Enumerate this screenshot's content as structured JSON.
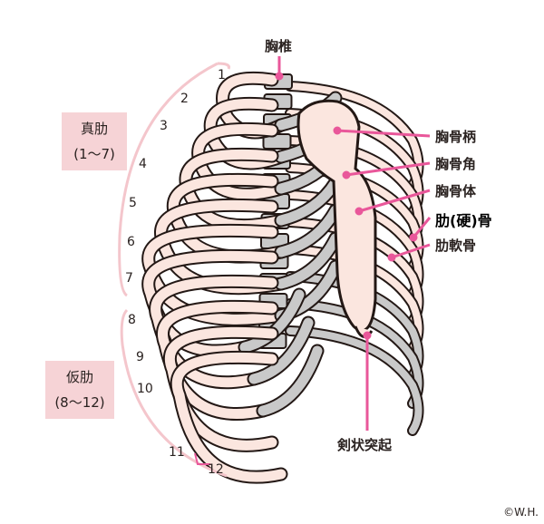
{
  "labels": {
    "thoracic_vertebra": "胸椎",
    "manubrium": "胸骨柄",
    "sternal_angle": "胸骨角",
    "sternum_body": "胸骨体",
    "rib_bone": "肋(硬)骨",
    "costal_cartilage": "肋軟骨",
    "xiphoid": "剣状突起"
  },
  "true_ribs": {
    "title": "真肋",
    "range": "(1〜7)"
  },
  "false_ribs": {
    "title": "仮肋",
    "range": "(8〜12)"
  },
  "rib_numbers": [
    "1",
    "2",
    "3",
    "4",
    "5",
    "6",
    "7",
    "8",
    "9",
    "10",
    "11",
    "12"
  ],
  "copyright": "©W.H.",
  "colors": {
    "bone": "#fbe6df",
    "cartilage": "#c9c9c9",
    "outline": "#231815",
    "accent": "#e9579a",
    "bracket": "#f4c6cc",
    "box": "#f6d3d6"
  }
}
